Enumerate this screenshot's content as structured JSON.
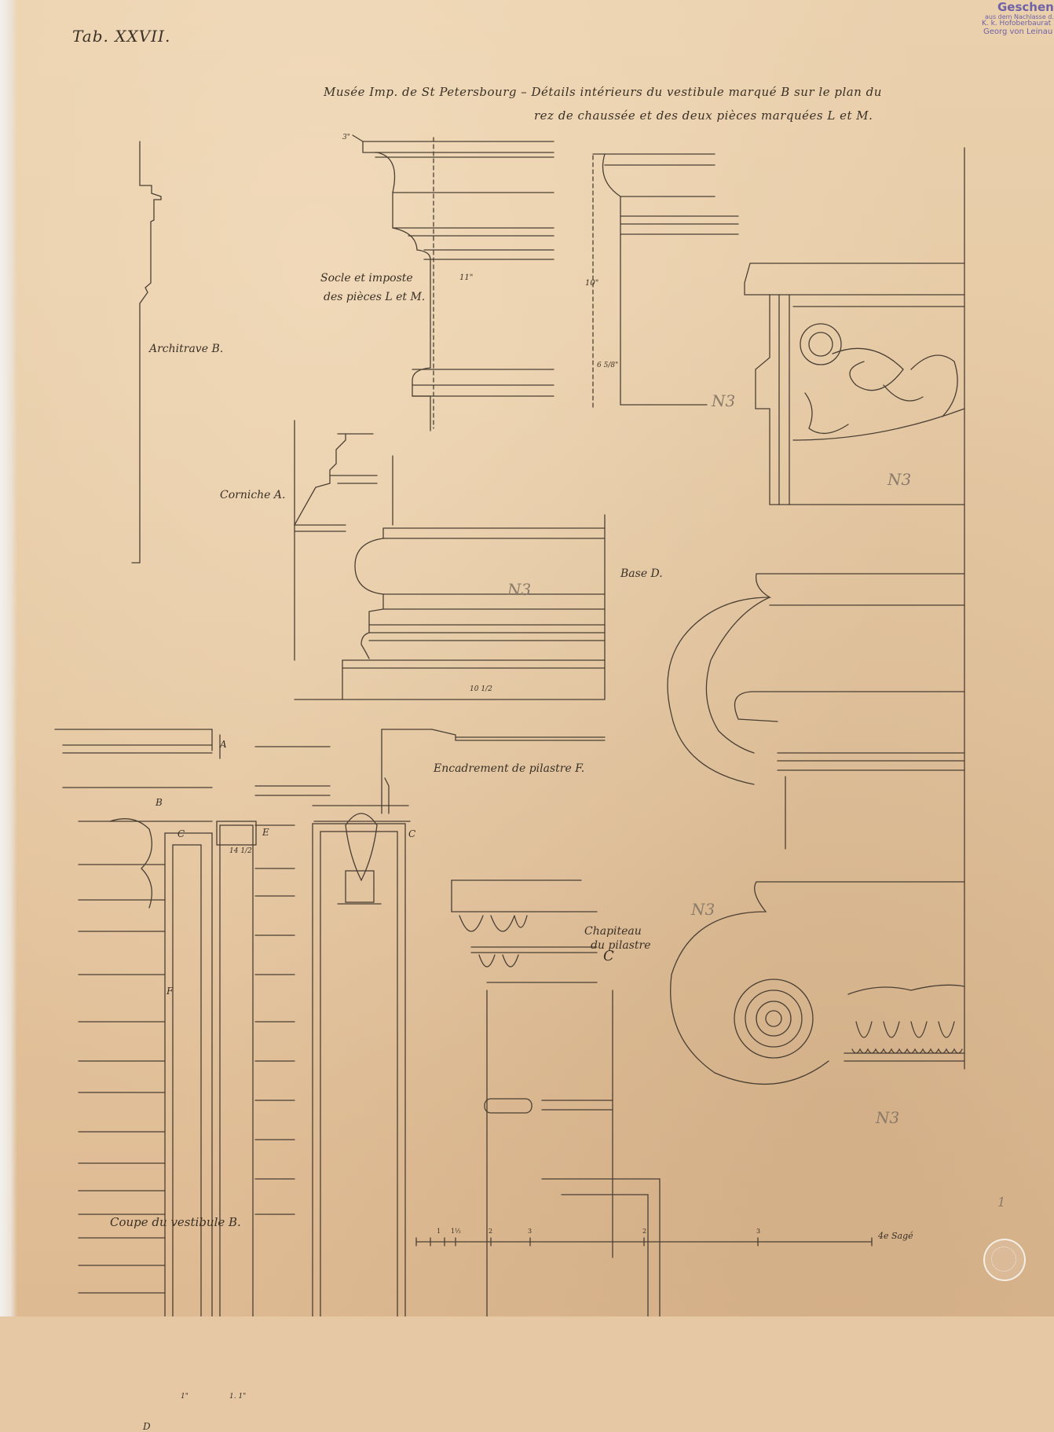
{
  "sheet": {
    "plate_number": "Tab. XXVII.",
    "title_line_1": "Musée Imp. de St Petersbourg – Détails intérieurs du vestibule marqué B sur le plan du",
    "title_line_2": "rez de chaussée et des deux pièces marquées L et M."
  },
  "labels": {
    "architrave": "Architrave B.",
    "socle": "Socle et imposte",
    "socle_2": "des pièces L et M.",
    "cornice": "Corniche A.",
    "base": "Base D.",
    "encadrement": "Encadrement de pilastre F.",
    "chapiteau": "Chapiteau",
    "chapiteau_2": "du pilastre",
    "chapiteau_letter": "C",
    "coupe": "Coupe du vestibule B.",
    "scale_unit": "4e Sagé"
  },
  "section_letters": {
    "a": "A",
    "b": "B",
    "c": "C",
    "c2": "C",
    "d": "D",
    "e": "E",
    "f": "F"
  },
  "dimensions": {
    "d1": "3\"",
    "d2": "11\"",
    "d3": "10\"",
    "d4": "6 5/8\"",
    "d5": "10 1/2",
    "d6": "14 1/2",
    "d7": "1\"",
    "d8": "1. 1\""
  },
  "pencil_marks": {
    "m1": "N3",
    "m2": "N3",
    "m3": "N3",
    "m4": "N3",
    "m5": "N3",
    "m6": "1"
  },
  "scale_bar": {
    "ticks": [
      "1",
      "1½",
      "2",
      "3",
      "2",
      "3"
    ]
  },
  "stamp": {
    "line1": "Geschenk",
    "line2": "aus dem Nachlasse d.",
    "line3": "K. k. Hofoberbaurat",
    "line4": "Georg von Leinau"
  }
}
